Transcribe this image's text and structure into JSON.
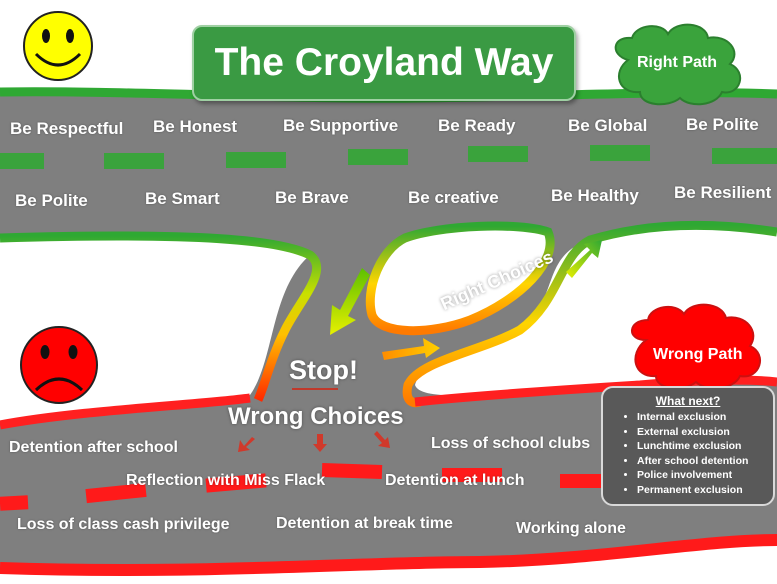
{
  "title": "The Croyland Way",
  "right_path_label": "Right Path",
  "wrong_path_label": "Wrong Path",
  "icons": {
    "happy": "happy-face-icon",
    "sad": "sad-face-icon"
  },
  "colors": {
    "green": "#3a9a43",
    "red": "#ff1a1a",
    "road": "#7f7f7f",
    "yellow": "#ffff00"
  },
  "right_path": {
    "row1": [
      "Be Respectful",
      "Be Honest",
      "Be Supportive",
      "Be Ready",
      "Be Global",
      "Be Polite"
    ],
    "row2": [
      "Be Polite",
      "Be Smart",
      "Be Brave",
      "Be creative",
      "Be Healthy",
      "Be Resilient"
    ]
  },
  "junction": {
    "stop": "Stop!",
    "wrong_choices": "Wrong Choices",
    "right_choices": "Right Choices"
  },
  "wrong_path": {
    "consequences": [
      "Detention after school",
      "Loss of school clubs",
      "Reflection with Miss Flack",
      "Detention at lunch",
      "Loss of class cash privilege",
      "Detention at break time",
      "Working alone"
    ]
  },
  "what_next": {
    "heading": "What next?",
    "items": [
      "Internal exclusion",
      "External exclusion",
      "Lunchtime exclusion",
      "After school detention",
      "Police involvement",
      "Permanent exclusion"
    ]
  }
}
